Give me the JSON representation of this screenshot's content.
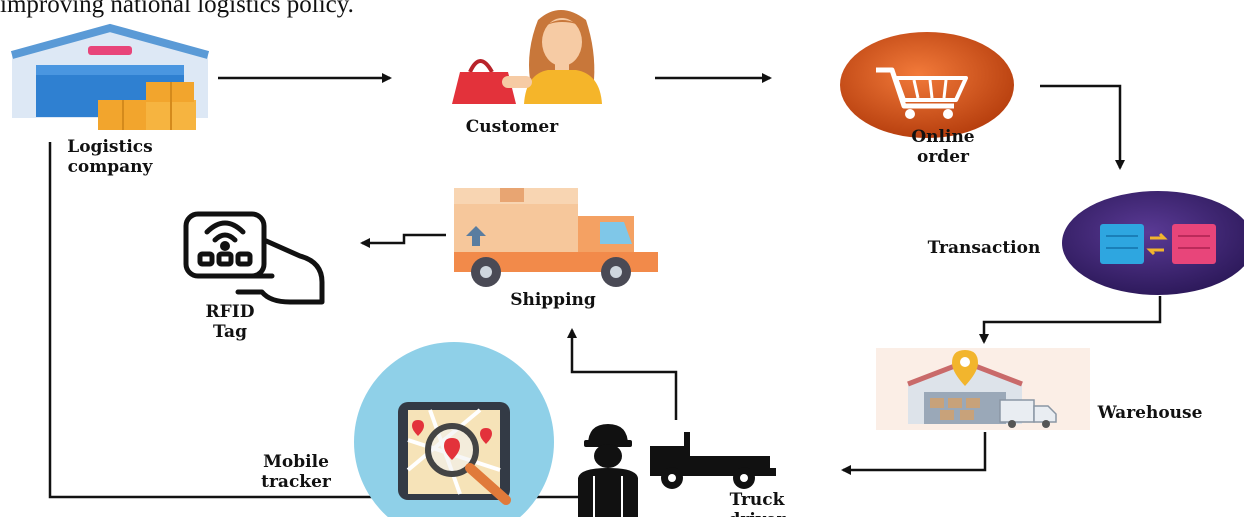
{
  "intro_text": "improving national logistics policy.",
  "nodes": {
    "logistics_company": [
      "Logistics",
      "company"
    ],
    "customer": "Customer",
    "online_order": [
      "Online",
      "order"
    ],
    "transaction": "Transaction",
    "warehouse": "Warehouse",
    "truck_driver": [
      "Truck",
      "driver"
    ],
    "mobile_tracker": [
      "Mobile",
      "tracker"
    ],
    "shipping": "Shipping",
    "rfid_tag": [
      "RFID",
      "Tag"
    ]
  },
  "icons": {
    "logistics_company": "warehouse-boxes-icon",
    "customer": "shopper-woman-icon",
    "online_order": "shopping-cart-icon",
    "transaction": "server-transfer-icon",
    "warehouse": "warehouse-pin-icon",
    "truck_driver": "driver-truck-icon",
    "mobile_tracker": "phone-map-search-icon",
    "shipping": "delivery-truck-icon",
    "rfid_tag": "rfid-card-icon"
  },
  "colors": {
    "cart_orange": "#e0581c",
    "transaction_purple": "#4b2d80",
    "tracker_blue": "#8fd0e8",
    "truck_orange": "#f4a163"
  }
}
